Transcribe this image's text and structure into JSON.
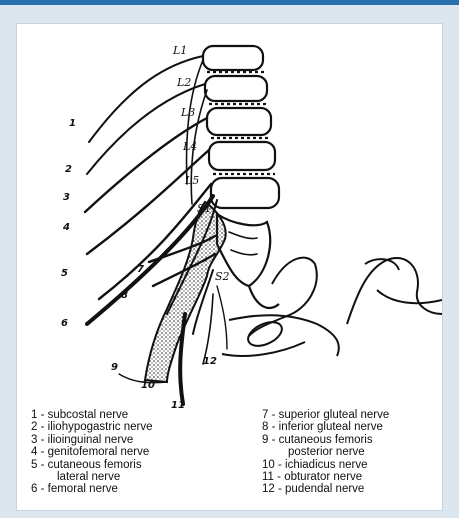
{
  "figure": {
    "vertebra_labels": [
      "L1",
      "L2",
      "L3",
      "L4",
      "L5",
      "S1",
      "S2"
    ],
    "callout_numbers": [
      "1",
      "2",
      "3",
      "4",
      "5",
      "6",
      "7",
      "8",
      "9",
      "10",
      "11",
      "12"
    ]
  },
  "legend": {
    "left": [
      {
        "number": "1",
        "text": "subcostal nerve"
      },
      {
        "number": "2",
        "text": "iliohypogastric nerve"
      },
      {
        "number": "3",
        "text": "ilioinguinal nerve"
      },
      {
        "number": "4",
        "text": "genitofemoral nerve"
      },
      {
        "number": "5",
        "text": "cutaneous femoris",
        "cont": "lateral nerve"
      },
      {
        "number": "6",
        "text": "femoral nerve"
      }
    ],
    "right": [
      {
        "number": "7",
        "text": "superior gluteal nerve"
      },
      {
        "number": "8",
        "text": "inferior gluteal nerve"
      },
      {
        "number": "9",
        "text": "cutaneous femoris",
        "cont": "posterior nerve"
      },
      {
        "number": "10",
        "text": "ichiadicus nerve"
      },
      {
        "number": "11",
        "text": "obturator nerve"
      },
      {
        "number": "12",
        "text": "pudendal nerve"
      }
    ]
  },
  "colors": {
    "frame": "#dce6ef",
    "top_bar": "#2a6fb0",
    "ink": "#111111"
  }
}
